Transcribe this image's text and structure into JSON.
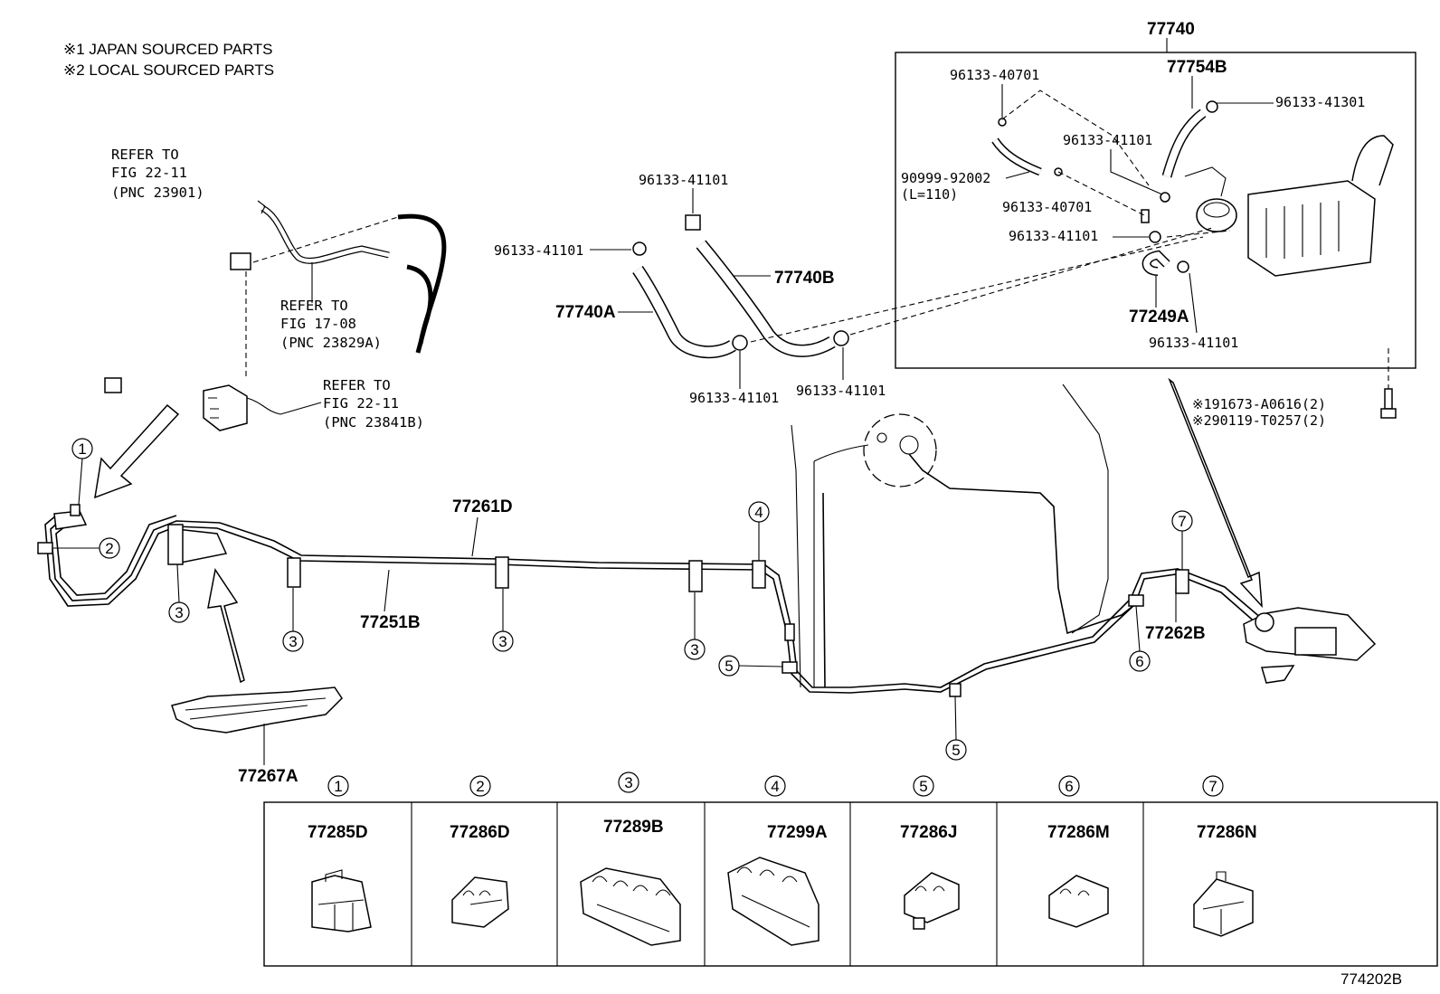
{
  "notes": [
    "※1 JAPAN SOURCED PARTS",
    "※2 LOCAL SOURCED PARTS"
  ],
  "figure_id": "774202B",
  "refs": {
    "fig_22_11_top": [
      "REFER TO",
      "FIG 22-11",
      "(PNC 23901)"
    ],
    "fig_17_08": [
      "REFER TO",
      "FIG 17-08",
      "(PNC 23829A)"
    ],
    "fig_22_11_mid": [
      "REFER TO",
      "FIG 22-11",
      "(PNC 23841B)"
    ]
  },
  "canister_box": {
    "title": "77740",
    "labels": {
      "p96133_40701_a": "96133-40701",
      "p77754B": "77754B",
      "p96133_41301": "96133-41301",
      "p96133_41101_a": "96133-41101",
      "p90999_92002": "90999-92002",
      "p_l110": "(L=110)",
      "p96133_40701_b": "96133-40701",
      "p96133_41101_b": "96133-41101",
      "p77249A": "77249A",
      "p96133_41101_c": "96133-41101"
    }
  },
  "hose_labels": {
    "h96133_41101_top": "96133-41101",
    "h96133_41101_left": "96133-41101",
    "h77740B": "77740B",
    "h77740A": "77740A",
    "h96133_41101_bl": "96133-41101",
    "h96133_41101_br": "96133-41101"
  },
  "bolt_labels": [
    "※191673-A0616(2)",
    "※290119-T0257(2)"
  ],
  "pipe_labels": {
    "p77261D": "77261D",
    "p77251B": "77251B",
    "p77262B": "77262B",
    "p77267A": "77267A"
  },
  "callouts": {
    "c1": "1",
    "c2": "2",
    "c3a": "3",
    "c3b": "3",
    "c3c": "3",
    "c3d": "3",
    "c4": "4",
    "c5a": "5",
    "c5b": "5",
    "c6": "6",
    "c7": "7"
  },
  "clamp_table": [
    {
      "num": "1",
      "part": "77285D"
    },
    {
      "num": "2",
      "part": "77286D"
    },
    {
      "num": "3",
      "part": "77289B"
    },
    {
      "num": "4",
      "part": "77299A"
    },
    {
      "num": "5",
      "part": "77286J"
    },
    {
      "num": "6",
      "part": "77286M"
    },
    {
      "num": "7",
      "part": "77286N"
    }
  ]
}
